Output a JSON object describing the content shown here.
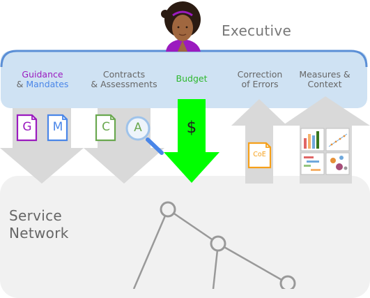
{
  "executive": {
    "title": "Executive"
  },
  "categories": {
    "guidance": {
      "line1": "Guidance",
      "line2_part1": "& ",
      "line2_part2": "Mandates"
    },
    "contracts": {
      "line1": "Contracts",
      "line2": "& Assessments"
    },
    "budget": {
      "label": "Budget"
    },
    "correction": {
      "line1": "Correction",
      "line2": "of Errors"
    },
    "measures": {
      "line1": "Measures &",
      "line2": "Context"
    }
  },
  "icons": {
    "guidance_doc": {
      "letter": "G",
      "color": "#9b1bbf"
    },
    "mandates_doc": {
      "letter": "M",
      "color": "#4a86e8"
    },
    "contract_doc": {
      "letter": "C",
      "color": "#6aa84f"
    },
    "assessment_magnifier": {
      "letter": "A",
      "color": "#6aa84f"
    },
    "budget_symbol": {
      "symbol": "$"
    },
    "coe_doc": {
      "label": "CoE",
      "color": "#f6a01a"
    }
  },
  "colors": {
    "guidance_text": "#9b1bbf",
    "mandates_text": "#4a86e8",
    "budget_green": "#00ff00",
    "budget_text": "#2eb82e",
    "executive_bar": "#cfe2f3",
    "executive_border": "#5b8fd6"
  },
  "service_network": {
    "line1": "Service",
    "line2": "Network"
  }
}
